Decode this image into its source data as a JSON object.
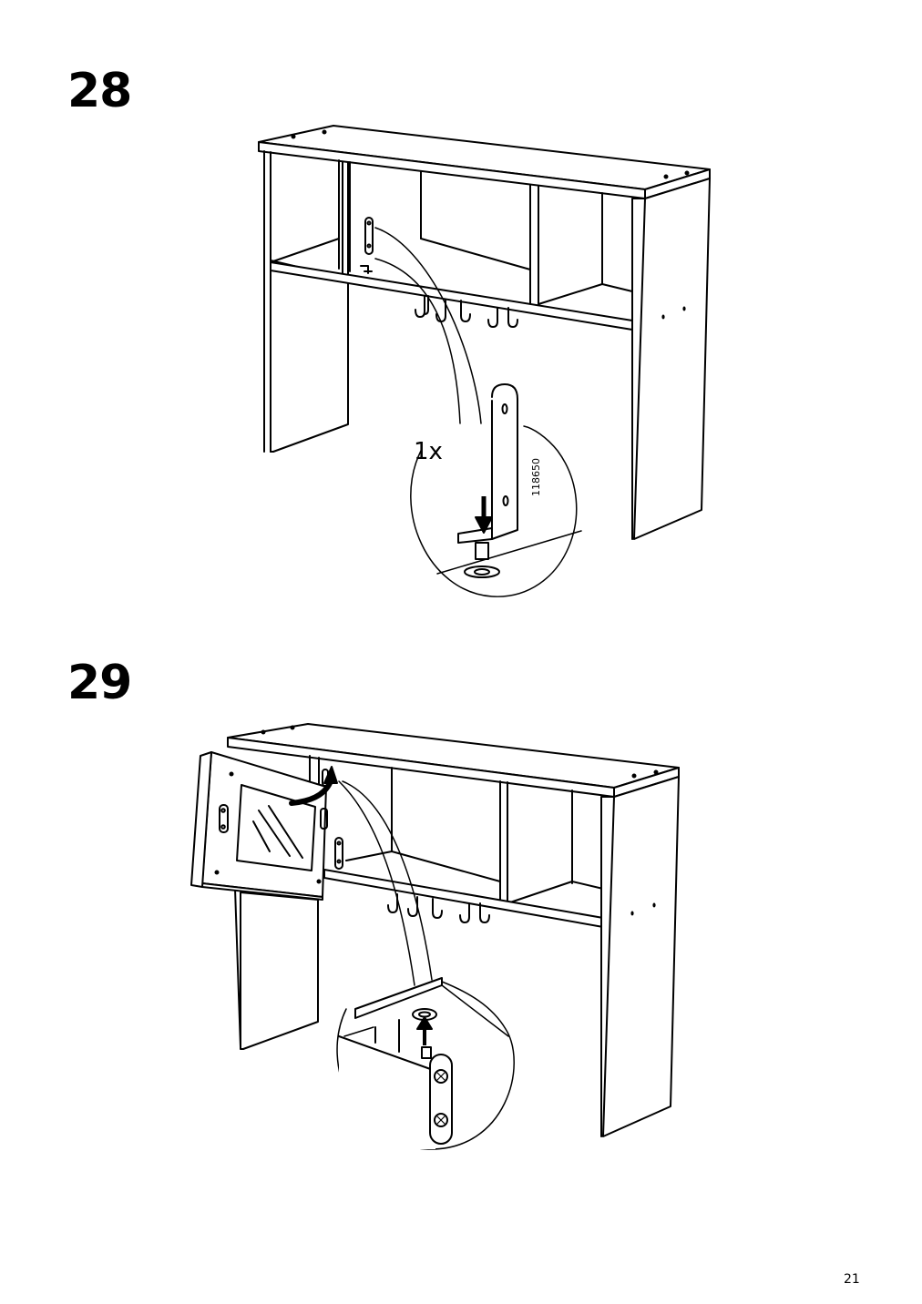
{
  "steps": [
    {
      "number": "28",
      "quantity_label": "1x",
      "part_number": "118650"
    },
    {
      "number": "29"
    }
  ],
  "page_number": "21",
  "colors": {
    "line": "#000000",
    "background": "#ffffff"
  },
  "icons": [
    "bracket-icon",
    "hook-icon",
    "arrow-down-icon",
    "arrow-up-icon",
    "curved-arrow-icon",
    "glass-door-icon"
  ]
}
